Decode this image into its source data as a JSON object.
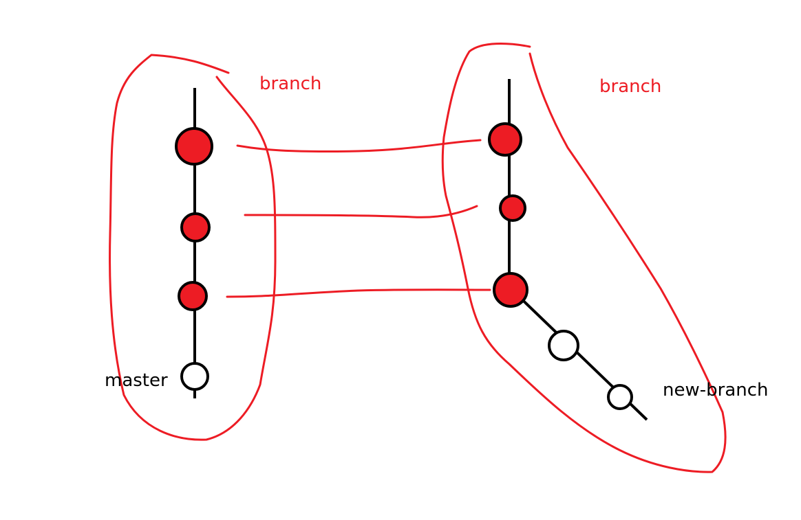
{
  "colors": {
    "highlight": "#ed1c24",
    "commit_fill": "#ed1c24",
    "empty_fill": "#ffffff",
    "stroke": "#000000",
    "background": "#ffffff",
    "text_dark": "#000000"
  },
  "labels": {
    "branch_left": "branch",
    "branch_right": "branch",
    "master": "master",
    "new_branch": "new-branch"
  },
  "branches": [
    {
      "name": "master",
      "commits": [
        {
          "state": "shared"
        },
        {
          "state": "shared"
        },
        {
          "state": "shared"
        },
        {
          "state": "new"
        }
      ]
    },
    {
      "name": "new-branch",
      "commits": [
        {
          "state": "shared"
        },
        {
          "state": "shared"
        },
        {
          "state": "shared"
        },
        {
          "state": "new"
        },
        {
          "state": "new"
        }
      ]
    }
  ]
}
